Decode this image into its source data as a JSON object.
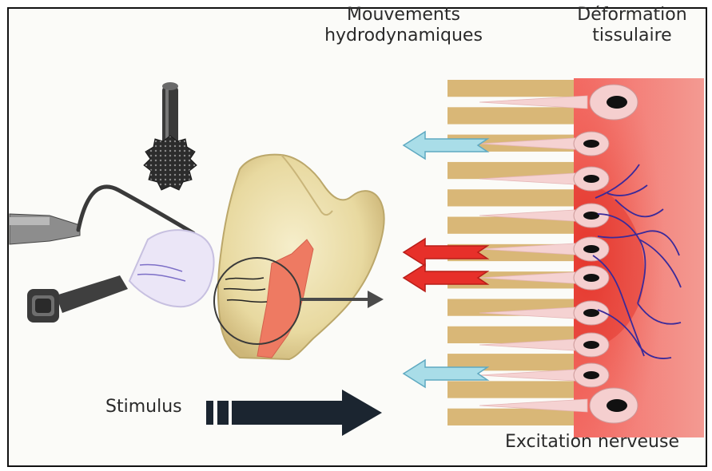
{
  "labels": {
    "hydrodynamic_line1": "Mouvements",
    "hydrodynamic_line2": "hydrodynamiques",
    "deformation_line1": "Déformation",
    "deformation_line2": "tissulaire",
    "stimulus": "Stimulus",
    "excitation": "Excitation nerveuse"
  },
  "colors": {
    "dentin": "#d9b777",
    "pulp": "#f07f7f",
    "pulp_inflamed": "#ea4a3a",
    "fluid_out_arrow": "#a9dde8",
    "pain_arrow": "#e7302a",
    "nerve": "#3a2a9a",
    "stimulus_arrow": "#1b2530"
  },
  "stimuli_icons": [
    "bur-icon",
    "probe-icon",
    "air-syringe-icon"
  ]
}
